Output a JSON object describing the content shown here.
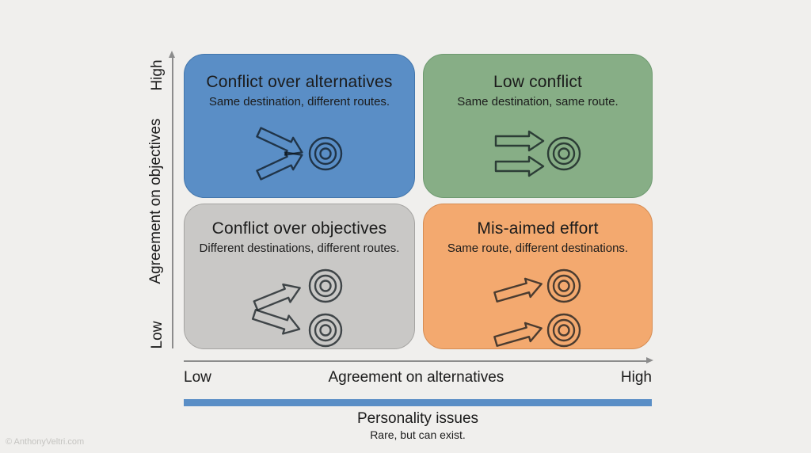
{
  "background": "#f0efed",
  "watermark": "© AnthonyVeltri.com",
  "y_axis": {
    "label": "Agreement on objectives",
    "high": "High",
    "low": "Low"
  },
  "x_axis": {
    "label": "Agreement on alternatives",
    "low": "Low",
    "high": "High"
  },
  "quadrants": [
    {
      "position": "top-left",
      "title": "Conflict over alternatives",
      "subtitle": "Same destination, different routes.",
      "fill": "#5a8ec6",
      "border": "#4376ac",
      "icon": "two-arrows-converging-on-one-target"
    },
    {
      "position": "top-right",
      "title": "Low conflict",
      "subtitle": "Same destination, same route.",
      "fill": "#87ae86",
      "border": "#6e9a70",
      "icon": "two-parallel-arrows-to-one-target"
    },
    {
      "position": "bottom-left",
      "title": "Conflict over objectives",
      "subtitle": "Different destinations, different routes.",
      "fill": "#c9c8c6",
      "border": "#a5a4a2",
      "icon": "two-arrows-diverging-to-two-targets"
    },
    {
      "position": "bottom-right",
      "title": "Mis-aimed effort",
      "subtitle": "Same route, different destinations.",
      "fill": "#f3a96f",
      "border": "#d68c52",
      "icon": "two-parallel-arrows-to-two-targets"
    }
  ],
  "personality": {
    "bar_color": "#5a8ec6",
    "title": "Personality issues",
    "subtitle": "Rare, but can exist."
  }
}
